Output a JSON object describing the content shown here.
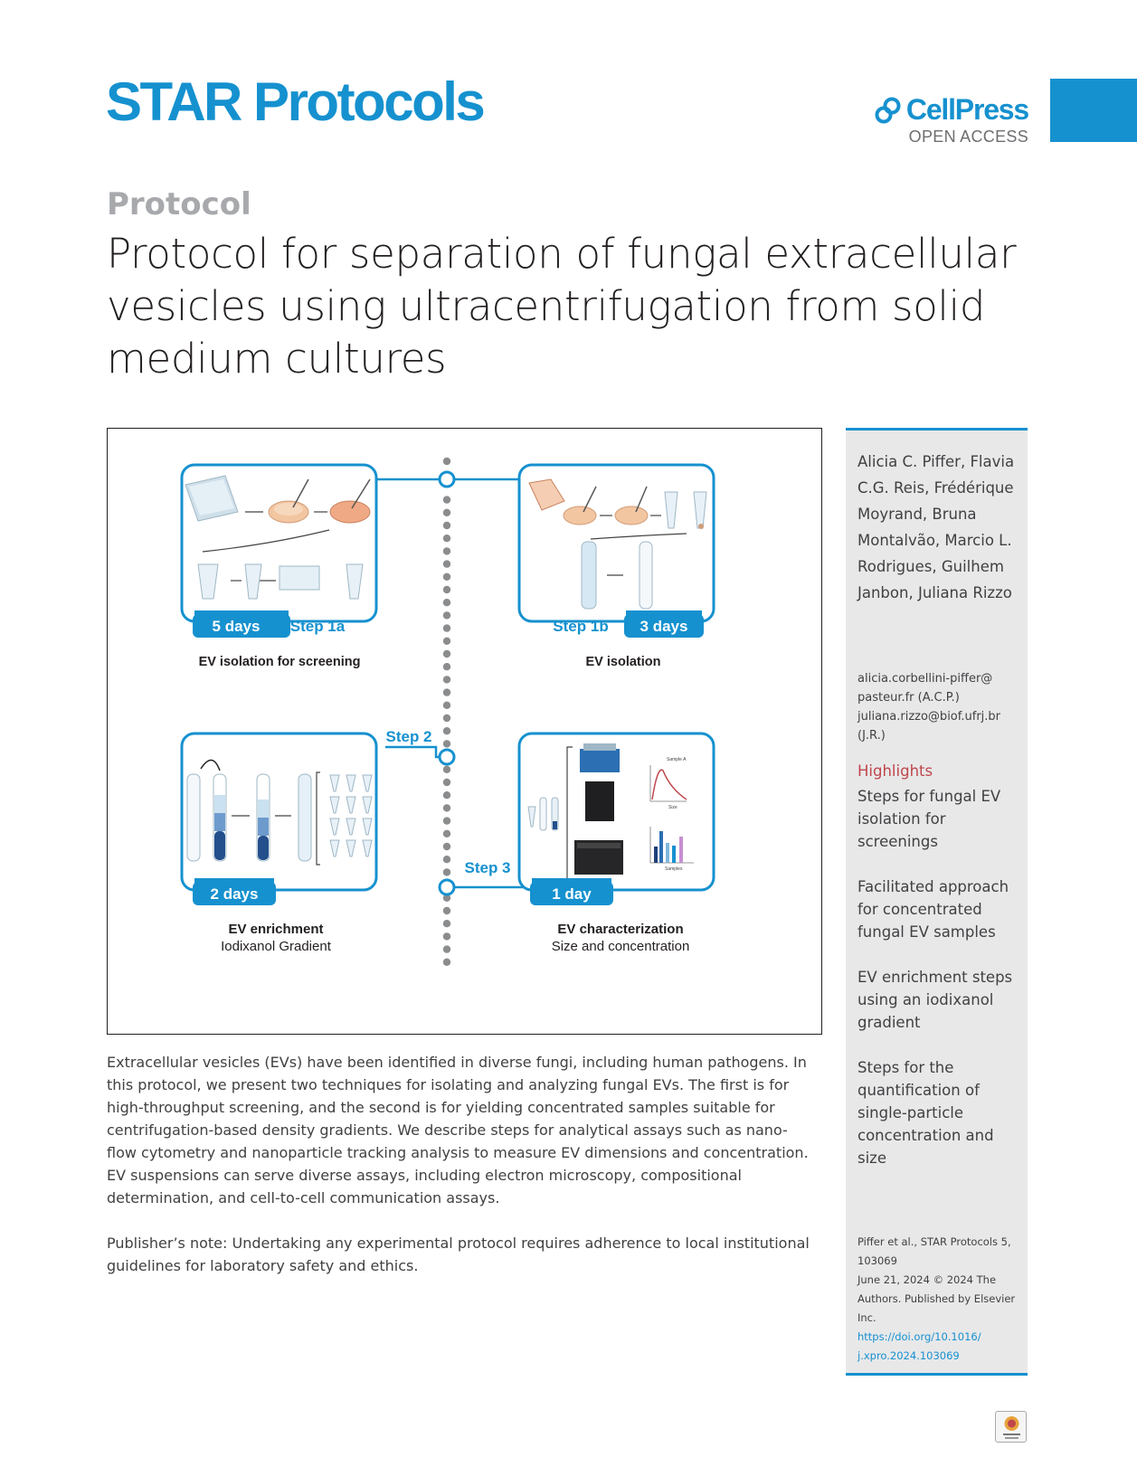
{
  "header": {
    "journal": "STAR Protocols",
    "publisher": "CellPress",
    "access": "OPEN ACCESS"
  },
  "article": {
    "type": "Protocol",
    "title": "Protocol for separation of fungal extracellular vesicles using ultracentrifugation from solid medium cultures"
  },
  "figure": {
    "step1a": {
      "days": "5 days",
      "step": "Step 1a",
      "caption": "EV isolation for screening"
    },
    "step1b": {
      "step": "Step 1b",
      "days": "3 days",
      "caption": "EV isolation"
    },
    "step2": {
      "step": "Step 2",
      "days": "2 days",
      "caption": "EV enrichment",
      "subcaption": "Iodixanol Gradient"
    },
    "step3": {
      "step": "Step 3",
      "days": "1 day",
      "caption": "EV characterization",
      "subcaption": "Size and concentration"
    },
    "chart_sample_label": "Sample A",
    "chart_x_label": "Size",
    "chart_bar_x_label": "Samples"
  },
  "abstract": "Extracellular vesicles (EVs) have been identified in diverse fungi, including human pathogens. In this protocol, we present two techniques for isolating and analyzing fungal EVs. The first is for high-throughput screening, and the second is for yielding concentrated samples suitable for centrifugation-based density gradients. We describe steps for analytical assays such as nano-flow cytometry and nanoparticle tracking analysis to measure EV dimensions and concentration. EV suspensions can serve diverse assays, including electron microscopy, compositional determination, and cell-to-cell communication assays.",
  "note": "Publisher’s note: Undertaking any experimental protocol requires adherence to local institutional guidelines for laboratory safety and ethics.",
  "sidebar": {
    "authors": "Alicia C. Piffer, Flavia C.G. Reis, Frédérique Moyrand, Bruna Montalvão, Marcio L. Rodrigues, Guilhem Janbon, Juliana Rizzo",
    "email1": "alicia.corbellini-piffer@ pasteur.fr (A.C.P.)",
    "email2": "juliana.rizzo@biof.ufrj.br (J.R.)",
    "highlights_label": "Highlights",
    "highlights": [
      "Steps for fungal EV isolation for screenings",
      "Facilitated approach for concentrated fungal EV samples",
      "EV enrichment steps using an iodixanol gradient",
      "Steps for the quantification of single-particle concentration and size"
    ],
    "citation_line1": "Piffer et al., STAR Protocols 5, 103069",
    "citation_line2": "June 21, 2024 © 2024 The Authors. Published by Elsevier Inc.",
    "doi": "https://doi.org/10.1016/ j.xpro.2024.103069"
  },
  "colors": {
    "brand_blue": "#1691cf",
    "sidebar_gray": "#e8e8e9",
    "highlights_red": "#c0464c"
  }
}
